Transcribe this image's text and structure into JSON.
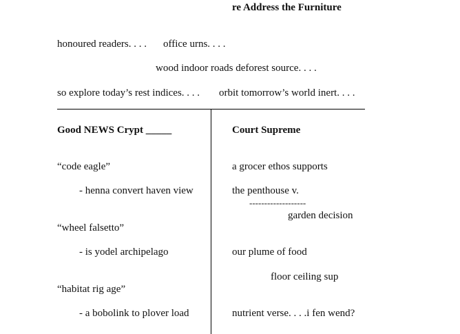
{
  "title": "re Address the Furniture",
  "intro": {
    "line1a": "honoured readers. . . .",
    "line1b": "office urns. . . .",
    "line2": "wood indoor roads deforest source. . . .",
    "line3a": "so explore today’s rest indices. . . .",
    "line3b": "orbit tomorrow’s world inert. . . ."
  },
  "left_column": {
    "heading": "Good NEWS Crypt _____",
    "items": [
      {
        "quote": "“code eagle”",
        "attribution": "- henna convert haven view"
      },
      {
        "quote": "“wheel falsetto”",
        "attribution": "- is yodel archipelago"
      },
      {
        "quote": "“habitat rig age”",
        "attribution": "- a bobolink to plover load"
      }
    ]
  },
  "right_column": {
    "heading": "Court Supreme",
    "line1": "a grocer ethos supports",
    "line2": "the penthouse v.",
    "dashes": "-------------------",
    "line3": "garden decision",
    "line4": "our plume of food",
    "line5": "floor ceiling sup",
    "line6": "nutrient verse. . . .i fen wend?"
  }
}
